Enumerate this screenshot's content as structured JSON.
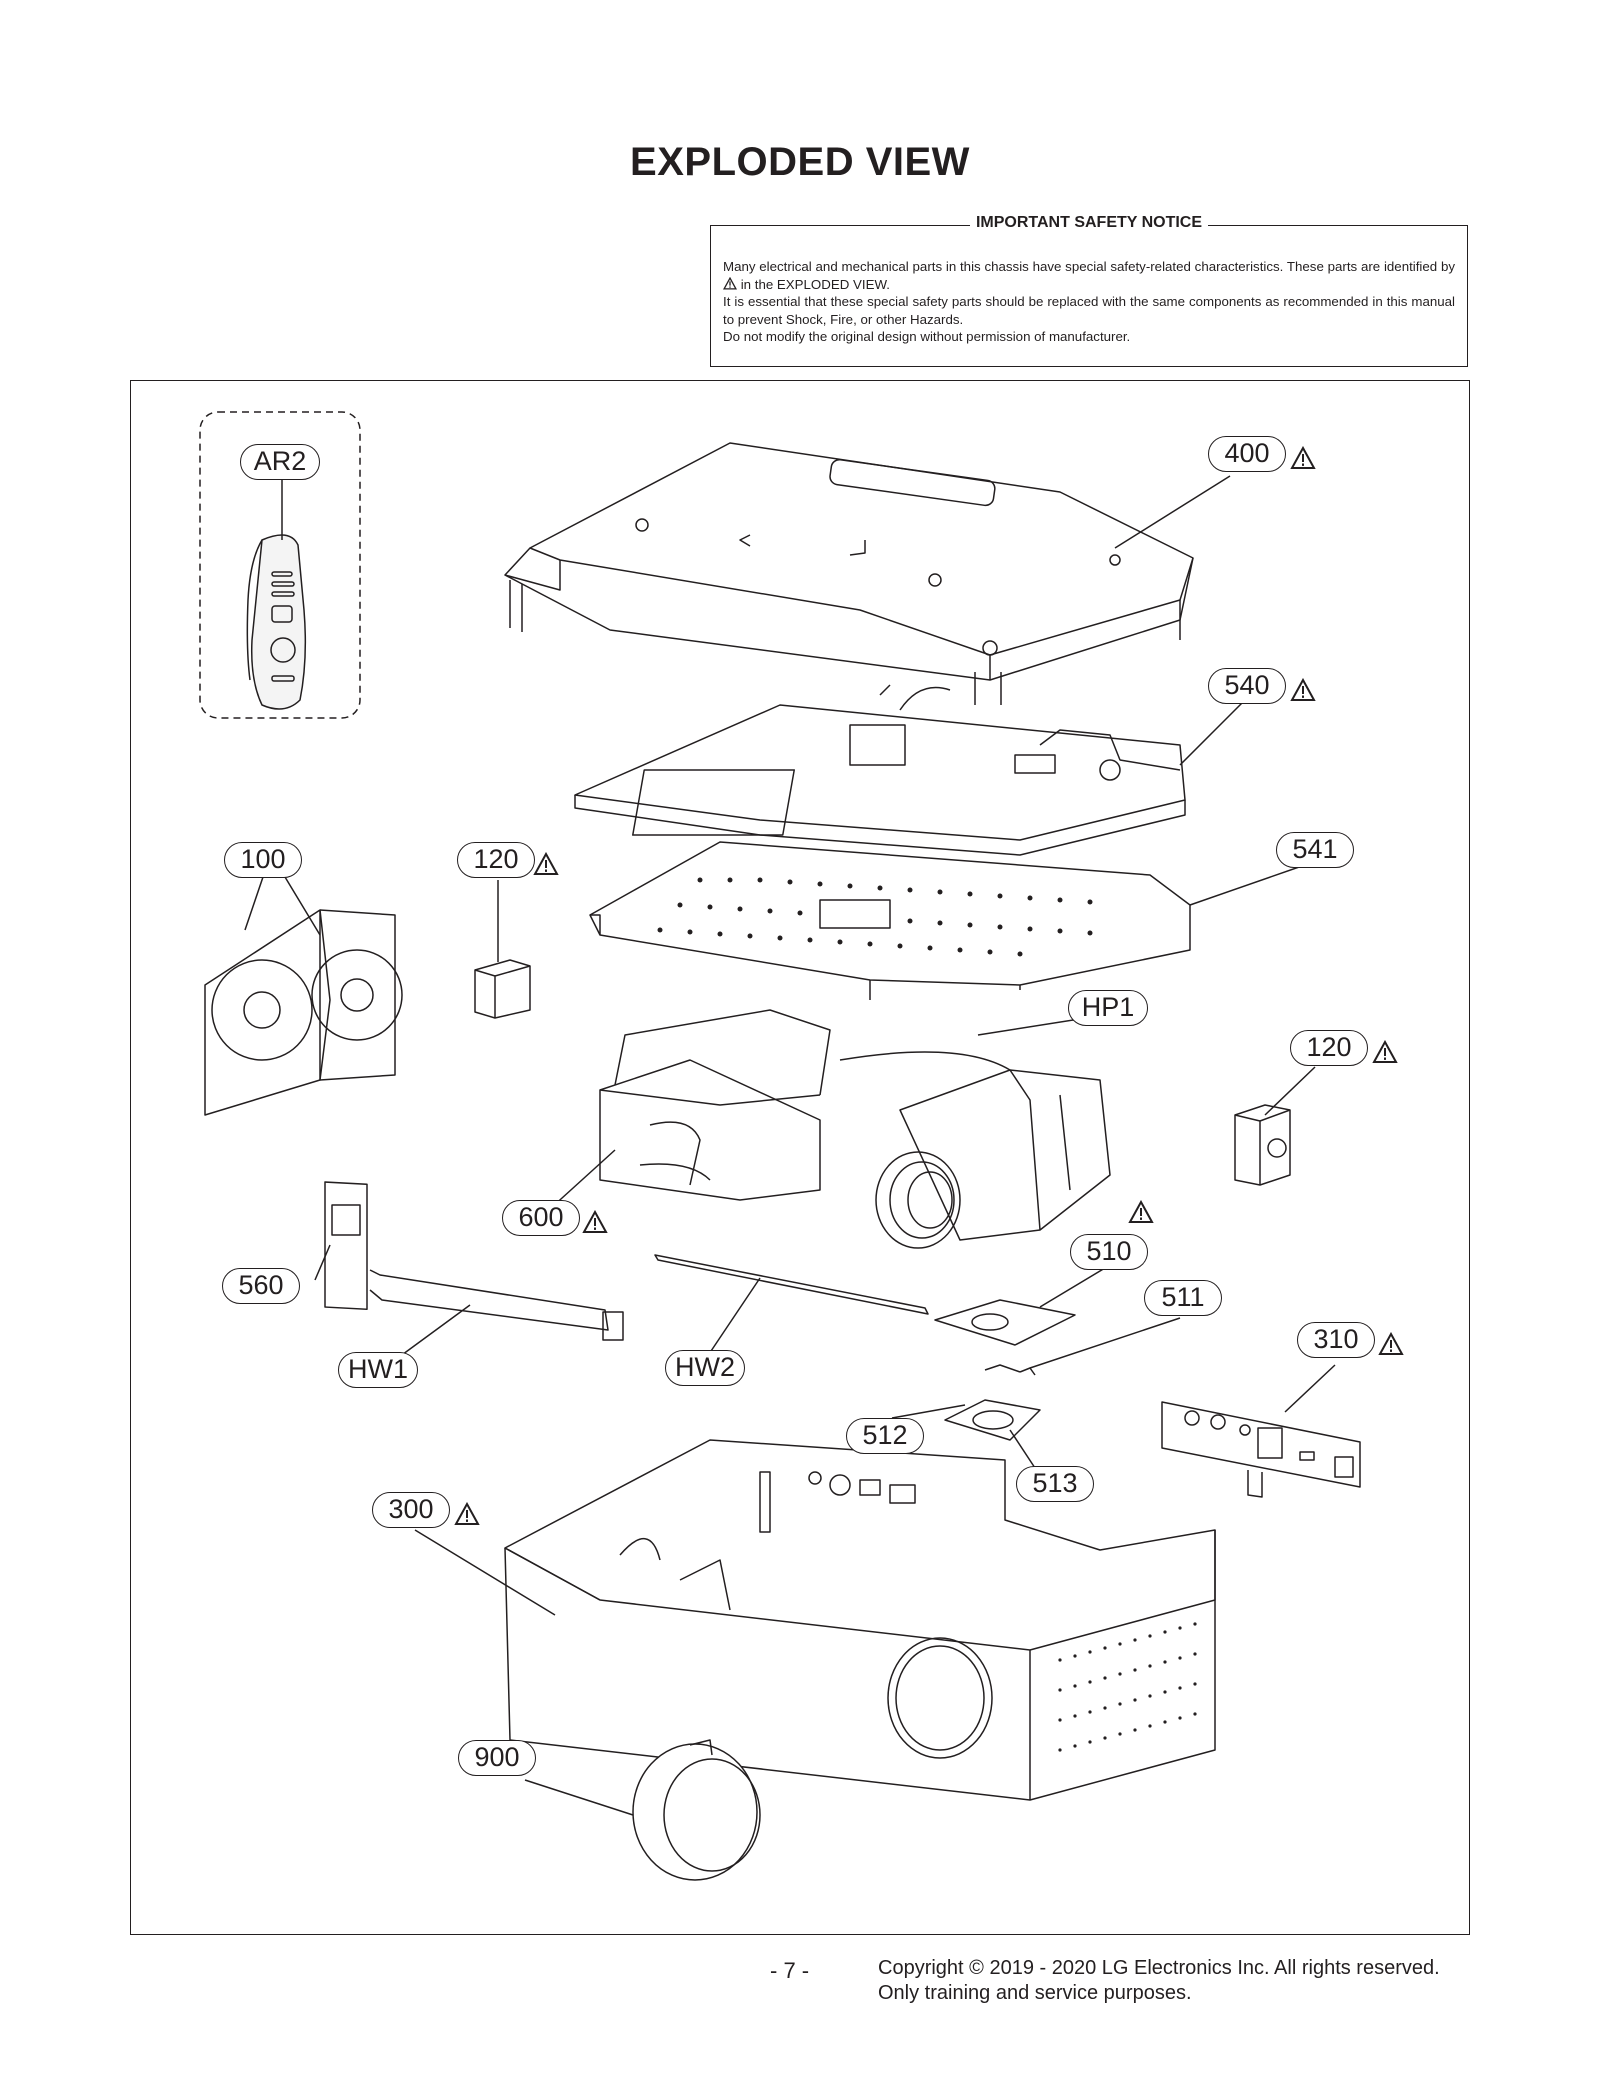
{
  "page": {
    "title": "EXPLODED VIEW"
  },
  "notice": {
    "heading": "IMPORTANT SAFETY NOTICE",
    "line1": "Many electrical and mechanical parts in this chassis have special safety-related characteristics. These parts are identified by",
    "line1_end": "in the EXPLODED VIEW.",
    "line2": "It is essential that these special safety parts should be replaced with the same components as recommended in this manual to prevent Shock, Fire, or other Hazards.",
    "line3": "Do not modify the original design without permission of manufacturer."
  },
  "parts": {
    "ar2": "AR2",
    "p400": "400",
    "p540": "540",
    "p541": "541",
    "p100": "100",
    "p120a": "120",
    "p120b": "120",
    "hp1": "HP1",
    "p600": "600",
    "p560": "560",
    "hw1": "HW1",
    "hw2": "HW2",
    "p510": "510",
    "p511": "511",
    "p310": "310",
    "p512": "512",
    "p513": "513",
    "p300": "300",
    "p900": "900"
  },
  "footer": {
    "page_number": "- 7 -",
    "copyright": "Copyright © 2019 - 2020 LG Electronics Inc. All rights reserved.",
    "usage": "Only training and service purposes."
  }
}
